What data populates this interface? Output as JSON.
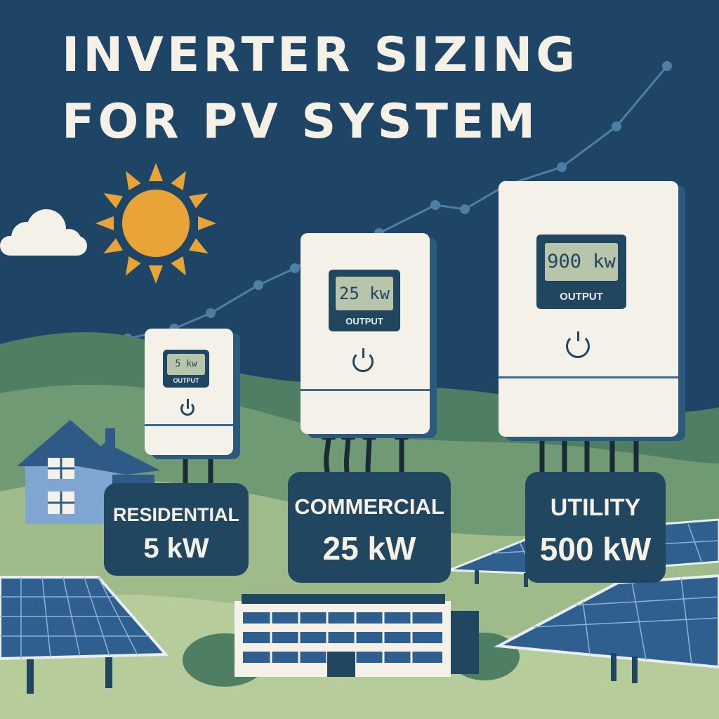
{
  "title": {
    "line1": "INVERTER SIZING",
    "line2": "FOR PV SYSTEM"
  },
  "inverters": [
    {
      "display": "5 kw",
      "output_label": "OUTPUT",
      "category": "RESIDENTIAL",
      "rating": "5 kW"
    },
    {
      "display": "25 kw",
      "output_label": "OUTPUT",
      "category": "COMMERCIAL",
      "rating": "25 kW"
    },
    {
      "display": "900 kw",
      "output_label": "OUTPUT",
      "category": "UTILITY",
      "rating": "500 kW"
    }
  ],
  "icons": [
    "sun-icon",
    "cloud-icon",
    "power-icon",
    "solar-panel-icon",
    "house-icon",
    "office-building-icon"
  ],
  "colors": {
    "sky": "#1f4566",
    "title": "#f5f1e6",
    "sun": "#e8a437",
    "inverter_body": "#f4f1e8",
    "label_bg": "#21465f",
    "lcd": "#b9c5aa",
    "hills": "#5d8d6a",
    "panel": "#2f5f8f"
  }
}
